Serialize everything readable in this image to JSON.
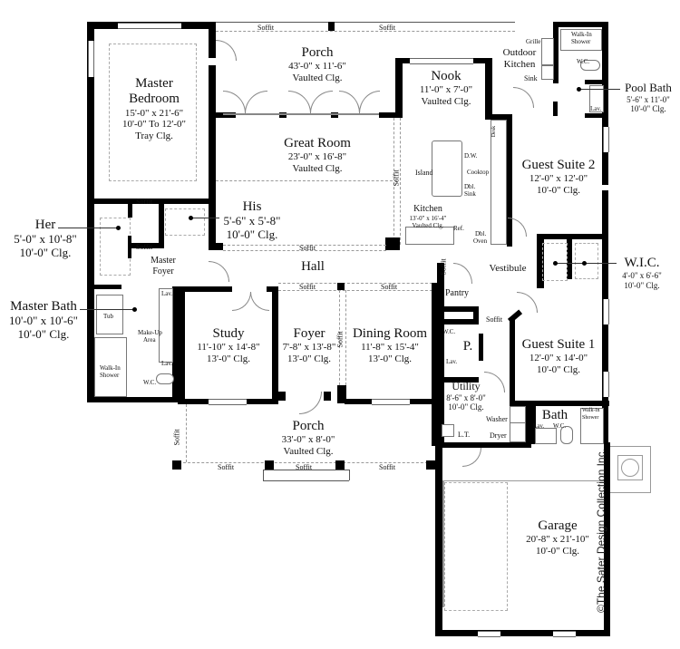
{
  "rooms": {
    "master_bedroom": {
      "name_line1": "Master",
      "name_line2": "Bedroom",
      "dim": "15'-0\" x 21'-6\"",
      "clg_line1": "10'-0\" To 12'-0\"",
      "clg_line2": "Tray Clg."
    },
    "porch_rear": {
      "name": "Porch",
      "dim": "43'-0\" x 11'-6\"",
      "clg": "Vaulted Clg."
    },
    "nook": {
      "name": "Nook",
      "dim": "11'-0\" x 7'-0\"",
      "clg": "Vaulted Clg."
    },
    "outdoor_kitchen": {
      "name_line1": "Outdoor",
      "name_line2": "Kitchen"
    },
    "great_room": {
      "name": "Great Room",
      "dim": "23'-0\" x 16'-8\"",
      "clg": "Vaulted Clg."
    },
    "kitchen": {
      "name": "Kitchen",
      "dim": "13'-0\" x 16'-4\"",
      "clg": "Vaulted Clg."
    },
    "guest_suite_2": {
      "name": "Guest Suite 2",
      "dim": "12'-0\" x 12'-0\"",
      "clg": "10'-0\" Clg."
    },
    "his": {
      "name": "His",
      "dim": "5'-6\" x 5'-8\"",
      "clg": "10'-0\" Clg."
    },
    "her": {
      "name": "Her",
      "dim": "5'-0\" x 10'-8\"",
      "clg": "10'-0\" Clg."
    },
    "master_foyer": {
      "name_line1": "Master",
      "name_line2": "Foyer"
    },
    "hall": {
      "name": "Hall"
    },
    "master_bath": {
      "name": "Master Bath",
      "dim": "10'-0\" x 10'-6\"",
      "clg": "10'-0\" Clg."
    },
    "study": {
      "name": "Study",
      "dim": "11'-10\" x 14'-8\"",
      "clg": "13'-0\" Clg."
    },
    "foyer": {
      "name": "Foyer",
      "dim": "7'-8\" x 13'-8\"",
      "clg": "13'-0\" Clg."
    },
    "dining_room": {
      "name": "Dining Room",
      "dim": "11'-8\" x 15'-4\"",
      "clg": "13'-0\" Clg."
    },
    "vestibule": {
      "name": "Vestibule"
    },
    "pantry": {
      "name": "Pantry"
    },
    "powder": {
      "name": "P."
    },
    "utility": {
      "name": "Utility",
      "dim": "8'-6\" x 8'-0\"",
      "clg": "10'-0\" Clg."
    },
    "guest_suite_1": {
      "name": "Guest Suite 1",
      "dim": "12'-0\" x 14'-0\"",
      "clg": "10'-0\" Clg."
    },
    "wic": {
      "name": "W.I.C.",
      "dim": "4'-0\" x 6'-6\"",
      "clg": "10'-0\" Clg."
    },
    "pool_bath": {
      "name": "Pool Bath",
      "dim": "5'-6\" x 11'-0\"",
      "clg": "10'-0\" Clg."
    },
    "bath": {
      "name": "Bath"
    },
    "porch_front": {
      "name": "Porch",
      "dim": "33'-0\" x 8'-0\"",
      "clg": "Vaulted Clg."
    },
    "garage": {
      "name": "Garage",
      "dim": "20'-8\" x 21'-10\"",
      "clg": "10'-0\" Clg."
    }
  },
  "labels": {
    "soffit": "Soffit",
    "grille": "Grille",
    "sink": "Sink",
    "walk_in_shower_1": "Walk-In",
    "walk_in_shower_2": "Shower",
    "wc": "W.C.",
    "lav": "Lav.",
    "island": "Island",
    "dw": "D.W.",
    "cooktop": "Cooktop",
    "dbl": "Dbl.",
    "dbl_sink": "Sink",
    "ref": "Ref.",
    "dbl_oven_1": "Dbl.",
    "dbl_oven_2": "Oven",
    "desk": "Desk",
    "tub": "Tub",
    "makeup_1": "Make-Up",
    "makeup_2": "Area",
    "washer": "Washer",
    "dryer": "Dryer",
    "lt": "L.T."
  },
  "copyright": "©The Sater Design Collection Inc."
}
